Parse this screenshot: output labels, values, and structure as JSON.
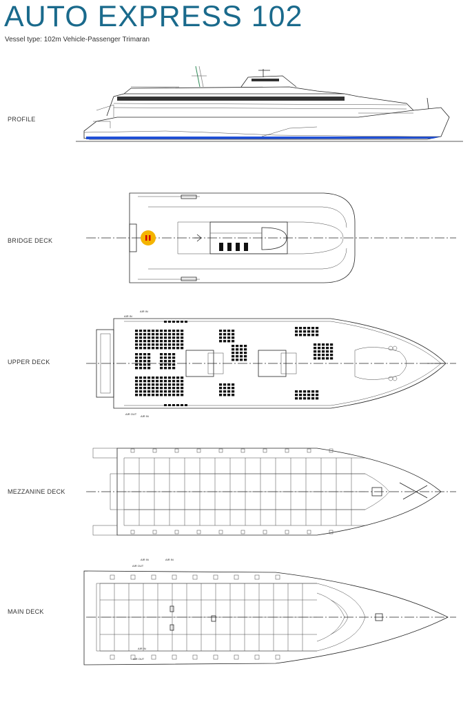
{
  "header": {
    "title": "AUTO EXPRESS 102",
    "subtitle": "Vessel type: 102m Vehicle-Passenger Trimaran"
  },
  "views": [
    {
      "label": "PROFILE"
    },
    {
      "label": "BRIDGE DECK"
    },
    {
      "label": "UPPER DECK"
    },
    {
      "label": "MEZZANINE DECK"
    },
    {
      "label": "MAIN DECK"
    }
  ],
  "annotations": {
    "air_in": "AIR IN",
    "air_out": "AIR OUT"
  },
  "colors": {
    "title": "#1a6a8c",
    "waterline": "#1f4fd6",
    "marker": "#f4b400",
    "line": "#222222"
  }
}
